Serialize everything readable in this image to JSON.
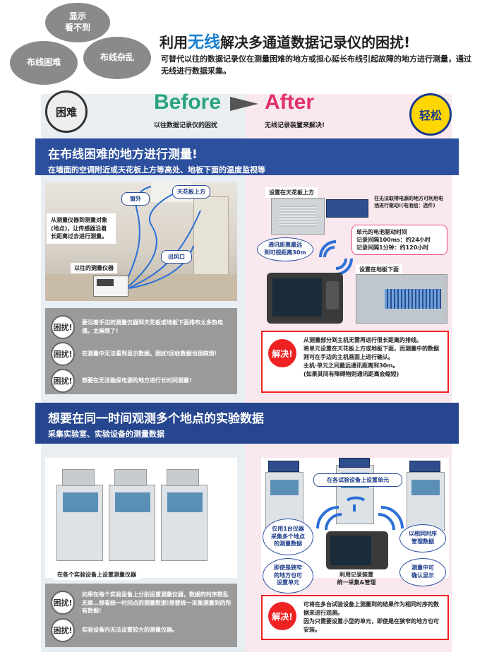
{
  "bubbles": {
    "b1": "显示\n看不到",
    "b2": "布线困难",
    "b3": "布线杂乱"
  },
  "header": {
    "title_pre": "利用",
    "title_hl": "无线",
    "title_post": "解决多通道数据记录仪的困扰!",
    "subtitle": "可替代以往的数据记录仪在测量困难的地方或担心延长布线引起故障的地方进行测量，通过无线进行数据采集。"
  },
  "compare": {
    "left_badge": "困难",
    "before": "Before",
    "before_caption": "以往数据记录仪的困扰",
    "after": "After",
    "after_caption": "无线记录装置来解决!",
    "right_badge": "轻松"
  },
  "section1": {
    "heading": "在布线困难的地方进行测量!",
    "sub": "在墙面的空调附近或天花板上方等高处、地板下面的温度监视等",
    "left": {
      "note": "从测量仪器到测量对象(地点)，让传感器沿着长距离过去进行测量。",
      "label_window": "窗外",
      "label_ceiling": "天花板上方",
      "label_outlet": "出风口",
      "label_logger": "以往的测量仪器"
    },
    "right": {
      "label_ceiling": "设置在天花板上方",
      "label_power": "在无法取得电源的地方可利用电池进行驱动!(电池组：选件)",
      "label_battery": "单元的电池驱动时间\n记录间隔100ms：约24小时\n记录间隔1分钟：约120小时",
      "label_distance": "通讯距离最远\n到可视距离30m",
      "label_floor": "设置在地板下面"
    },
    "troubles": [
      {
        "badge": "困扰!",
        "text": "要沿着手边的测量仪器到天花板或地板下面排布太多热电偶，太麻烦了!"
      },
      {
        "badge": "困扰!",
        "text": "在测量中无法看到显示数据，困扰!回收数据也很麻烦!"
      },
      {
        "badge": "困扰!",
        "text": "想要在无法确保电源的地方进行长时间测量!"
      }
    ],
    "solve": {
      "badge": "解决!",
      "lines": [
        "从测量部分到主机无需再进行很长距离的排线。",
        "将单元设置在天花板上方或地板下面，而测量中的数据则可在手边的主机画面上进行确认。",
        "主机·单元之间最远通讯距离到30m。",
        "(如果其间有障碍物则通讯距离会缩短)"
      ]
    }
  },
  "section2": {
    "heading": "想要在同一时间观测多个地点的实验数据",
    "sub": "采集实验室、实验设备的测量数据",
    "left": {
      "caption": "在各个实验设备上设置测量仪器"
    },
    "right": {
      "label_units": "在各试验设备上设置单元",
      "note1": "仅用1台仪器\n采集多个地点\n的测量数据",
      "note2": "以相同时序\n管理数据",
      "note3": "即使是狭窄\n的地方也可\n设置单元",
      "note4": "利用记录装置\n统一采集&管理",
      "note5": "测量中可\n确认显示"
    },
    "troubles": [
      {
        "badge": "困扰!",
        "text": "如果在每个实验设备上分别设置测量仪器，数据的时序数乱无章…想看统一时间点的测量数据!想要统一采集测量到的所有数据!"
      },
      {
        "badge": "困扰!",
        "text": "实验设备内无法设置较大的测量仪器。"
      }
    ],
    "solve": {
      "badge": "解决!",
      "lines": [
        "可将在多台试验设备上测量到的结果作为相同时序的数据来进行观测。",
        "因为只需要设置小型的单元，即使是在狭窄的地方也可安装。"
      ]
    }
  },
  "colors": {
    "accent_blue": "#2c4f9e",
    "before_green": "#2aa37a",
    "after_pink": "#e0306e",
    "solve_red": "#e22222",
    "easy_yellow": "#ffd600"
  }
}
